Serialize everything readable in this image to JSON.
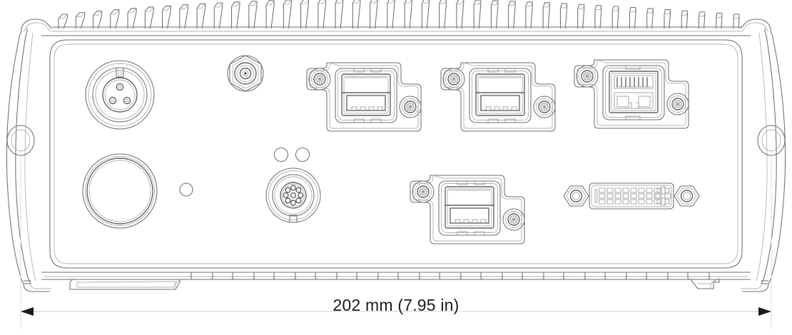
{
  "drawing": {
    "title": "Rear I/O panel technical line drawing",
    "view": "rear-panel-elevation",
    "dimension": {
      "label": "202 mm (7.95 in)",
      "value_mm": 202,
      "value_in": 7.95,
      "axis": "width"
    },
    "colors": {
      "outline": "#6e6e73",
      "outline_dark": "#3c3c41",
      "outline_light": "#b4b4bb",
      "text": "#1a1a1a",
      "dim_line": "#d0d0d4",
      "arrow": "#1a1a1a",
      "background": "#ffffff"
    },
    "chassis": {
      "heatsink_fin_count": 40,
      "bottom_vent_count": 13,
      "bracket_left_label": "mounting-bracket-left",
      "bracket_right_label": "mounting-bracket-right"
    },
    "ports": [
      {
        "id": "power-connector",
        "type": "circular-3-pin",
        "pins": 3,
        "label": "Power connector"
      },
      {
        "id": "antenna-connector",
        "type": "sma",
        "pins": 1,
        "label": "SMA antenna connector"
      },
      {
        "id": "usb-port-1",
        "type": "usb-type-a",
        "pins": 4,
        "label": "USB Type-A"
      },
      {
        "id": "usb-port-2",
        "type": "usb-type-a",
        "pins": 4,
        "label": "USB Type-A"
      },
      {
        "id": "ethernet-port",
        "type": "rj45",
        "pins": 8,
        "label": "RJ45 Ethernet"
      },
      {
        "id": "blank-port",
        "type": "blanking-cap",
        "pins": 0,
        "label": "Blanking cap"
      },
      {
        "id": "multipin-connector",
        "type": "circular-9-pin",
        "pins": 9,
        "label": "Circular multi-pin connector"
      },
      {
        "id": "usb-port-3",
        "type": "usb-type-a",
        "pins": 4,
        "label": "USB Type-A"
      },
      {
        "id": "dvi-port",
        "type": "dvi-i",
        "pins": 29,
        "label": "DVI-I video"
      }
    ],
    "indicators": [
      {
        "id": "led-indicator-1",
        "label": "Status LED"
      },
      {
        "id": "led-indicator-2",
        "label": "Status LED"
      }
    ]
  }
}
